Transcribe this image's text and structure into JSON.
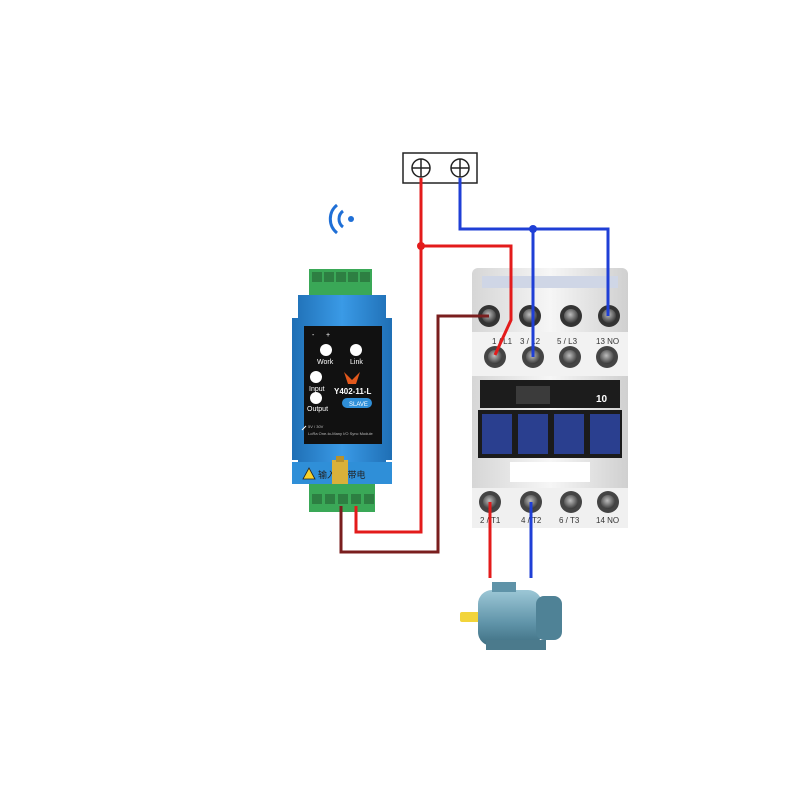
{
  "diagram": {
    "colors": {
      "background": "#ffffff",
      "wire_live": "#e31b1b",
      "wire_neutral": "#1f3fd6",
      "wire_control": "#7a1e1e",
      "module_body": "#2f8fd8",
      "module_front": "#111111",
      "terminal_green": "#3aa857",
      "contactor_body": "#e9e9e9",
      "contactor_window": "#2a3f8f",
      "motor_body": "#6fa3b8",
      "motor_shaft": "#f2d43a"
    },
    "module": {
      "model": "Y402-11-L",
      "badge": "SLAVE",
      "led_work": "Work",
      "led_link": "Link",
      "led_input": "Input",
      "led_output": "Output",
      "power_marks": [
        "-",
        "+"
      ],
      "subtitle": "LoRa One-to-Many I/O Sync Module",
      "spec_line": "5V / 30V",
      "warning_text": "输入 禁带电",
      "icons": [
        "wifi-icon",
        "logo-icon",
        "warning-icon",
        "antenna-icon",
        "relay-symbol-icon"
      ]
    },
    "power_terminal": {
      "icons": [
        "screw-terminal-left-icon",
        "screw-terminal-right-icon"
      ]
    },
    "contactor": {
      "top_labels": [
        "1 / L1",
        "3 / L2",
        "5 / L3",
        "13 NO"
      ],
      "bottom_labels": [
        "2 / T1",
        "4 / T2",
        "6 / T3",
        "14 NO"
      ],
      "aux_number": "10"
    },
    "motor": {
      "icon": "motor-icon"
    }
  }
}
